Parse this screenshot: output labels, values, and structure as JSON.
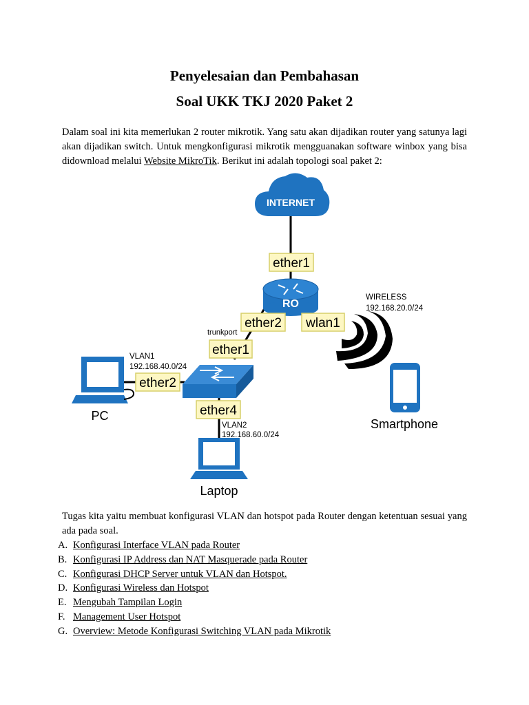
{
  "title_line1": "Penyelesaian dan Pembahasan",
  "title_line2": "Soal UKK TKJ 2020 Paket 2",
  "intro": {
    "before_link": "Dalam soal ini kita memerlukan 2 router mikrotik. Yang satu akan dijadikan router yang satunya lagi akan dijadikan switch. Untuk mengkonfigurasi mikrotik mengguanakan software winbox yang bisa didownload melalui ",
    "link": "Website MikroTik",
    "after_link": ". Berikut ini adalah topologi soal paket 2:"
  },
  "diagram": {
    "internet": "INTERNET",
    "router": "RO",
    "ports": {
      "router_uplink": "ether1",
      "router_trunk": "ether2",
      "router_wlan": "wlan1",
      "switch_uplink": "ether1",
      "switch_pc": "ether2",
      "switch_laptop": "ether4"
    },
    "trunkport": "trunkport",
    "wireless_label": "WIRELESS",
    "wireless_net": "192.168.20.0/24",
    "vlan1_label": "VLAN1",
    "vlan1_net": "192.168.40.0/24",
    "vlan2_label": "VLAN2",
    "vlan2_net": "192.168.60.0/24",
    "pc": "PC",
    "laptop": "Laptop",
    "smartphone": "Smartphone",
    "colors": {
      "device_blue": "#1f73c0",
      "label_fill": "#fdf7c3",
      "label_stroke": "#d7cf6a"
    }
  },
  "task_text": "Tugas kita yaitu membuat konfigurasi VLAN dan hotspot pada Router dengan ketentuan sesuai yang ada pada soal.",
  "tasks": [
    {
      "marker": "A.",
      "label": "Konfigurasi Interface VLAN pada Router"
    },
    {
      "marker": "B.",
      "label": "Konfigurasi IP Address dan NAT Masquerade pada Router"
    },
    {
      "marker": "C.",
      "label": "Konfigurasi DHCP Server untuk VLAN dan Hotspot."
    },
    {
      "marker": "D.",
      "label": "Konfigurasi Wireless dan Hotspot"
    },
    {
      "marker": "E.",
      "label": "Mengubah Tampilan Login"
    },
    {
      "marker": "F.",
      "label": "Management User Hotspot"
    },
    {
      "marker": "G.",
      "label": "Overview: Metode Konfigurasi Switching VLAN pada Mikrotik"
    }
  ]
}
